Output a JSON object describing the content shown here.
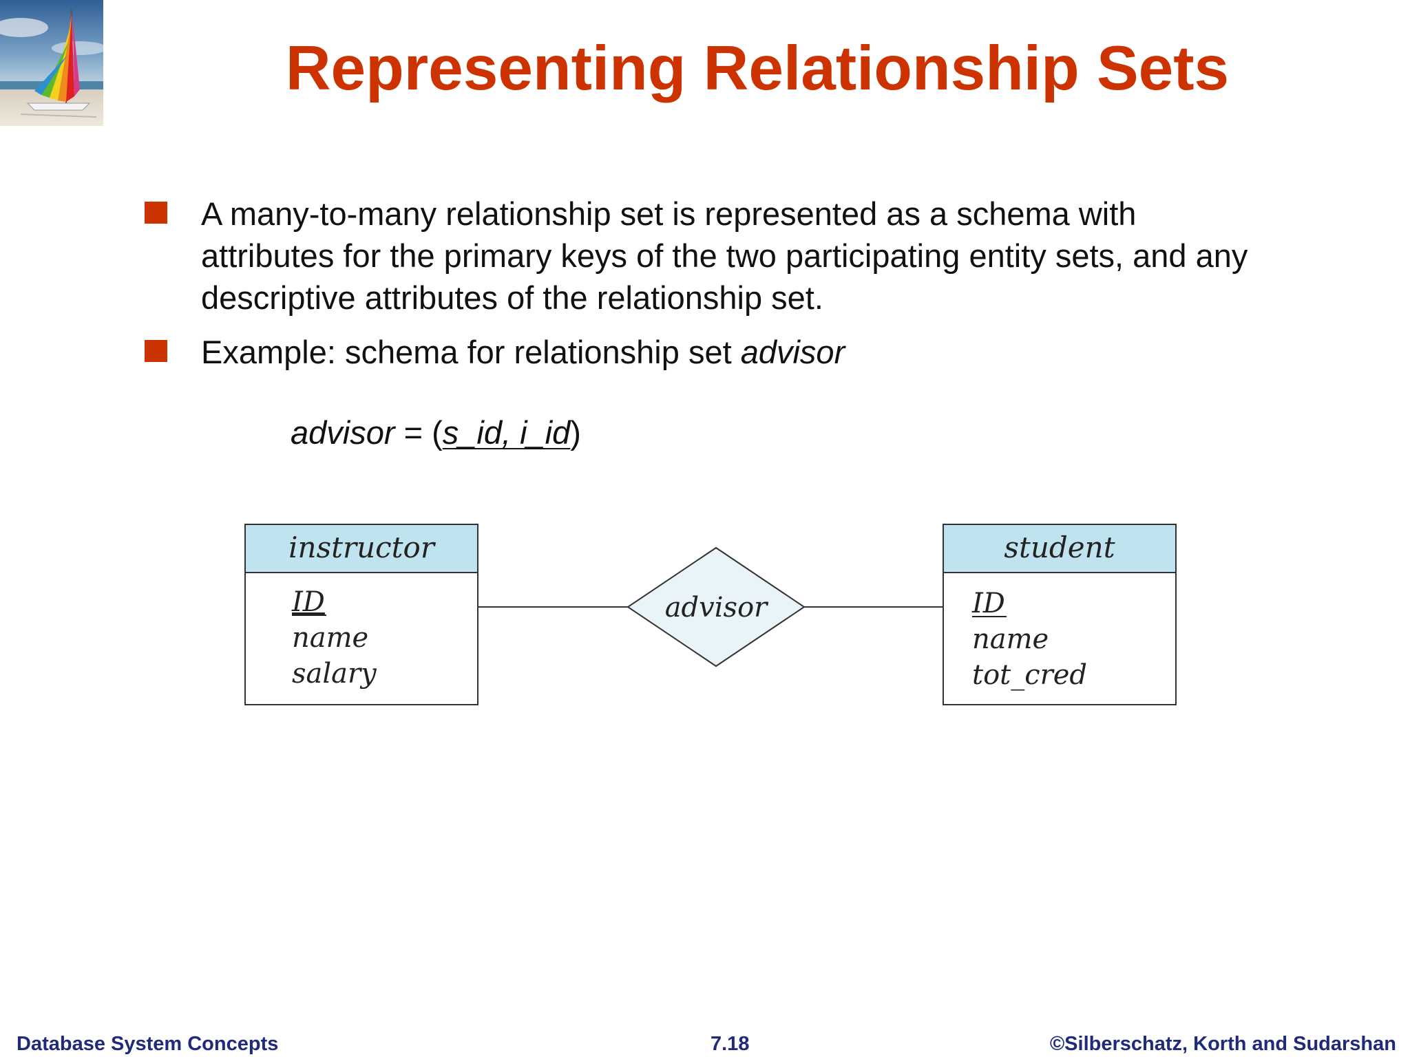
{
  "slide": {
    "title": "Representing Relationship Sets",
    "bullets": [
      {
        "text": "A many-to-many relationship set is represented as a schema with attributes for the primary keys of the two participating entity sets, and any descriptive attributes of the relationship set."
      },
      {
        "text": "Example: schema for relationship set ",
        "emphasis": "advisor"
      }
    ],
    "formula": {
      "lhs": "advisor",
      "equals": " = (",
      "keys": "s_id, i_id",
      "close": ")"
    }
  },
  "diagram": {
    "left_entity": {
      "name": "instructor",
      "attributes": [
        "ID",
        "name",
        "salary"
      ],
      "primary_key": "ID"
    },
    "relationship": {
      "name": "advisor"
    },
    "right_entity": {
      "name": "student",
      "attributes": [
        "ID",
        "name",
        "tot_cred"
      ],
      "primary_key": "ID"
    },
    "colors": {
      "header_fill": "#bfe4ef",
      "diamond_fill": "#e8f4f8",
      "line": "#333333"
    }
  },
  "footer": {
    "left": "Database System Concepts",
    "center": "7.18",
    "right": "©Silberschatz, Korth and Sudarshan"
  },
  "colors": {
    "title": "#cc3300",
    "bullet": "#cc3300",
    "footer": "#1f2a7a"
  },
  "icons": {
    "logo": "sailboat-logo-icon"
  }
}
